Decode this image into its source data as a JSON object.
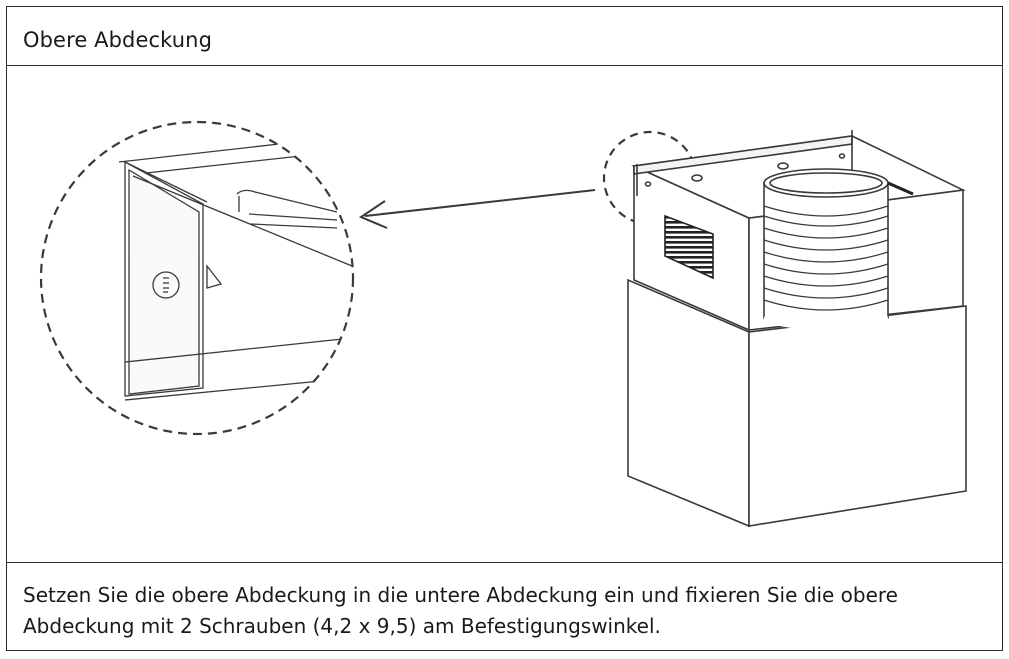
{
  "section": {
    "title": "Obere Abdeckung"
  },
  "illustration": {
    "detail_label": "detail-zoom-screw-mounting",
    "stroke_color": "#3a3a3a"
  },
  "instruction": {
    "text": "Setzen Sie die obere Abdeckung in die untere Abdeckung ein und fixieren Sie die obere Abdeckung mit 2 Schrauben (4,2 x 9,5) am Befestigungswinkel."
  }
}
